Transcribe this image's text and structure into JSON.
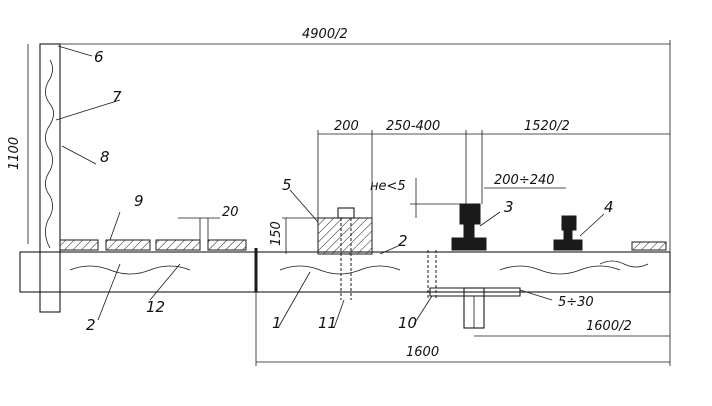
{
  "dimensions": {
    "overall_width": "4900/2",
    "height": "1100",
    "block": "200",
    "gap_range": "250-400",
    "gauge_half": "1520/2",
    "tie_spacing": "200÷240",
    "not_less": "не<5",
    "block_height": "150",
    "joint": "20",
    "gap_small": "5÷30",
    "half_length": "1600/2",
    "length": "1600"
  },
  "callouts": {
    "c1": "1",
    "c2a": "2",
    "c2b": "2",
    "c3": "3",
    "c4": "4",
    "c5": "5",
    "c6": "6",
    "c7": "7",
    "c8": "8",
    "c9": "9",
    "c10": "10",
    "c11": "11",
    "c12": "12"
  }
}
